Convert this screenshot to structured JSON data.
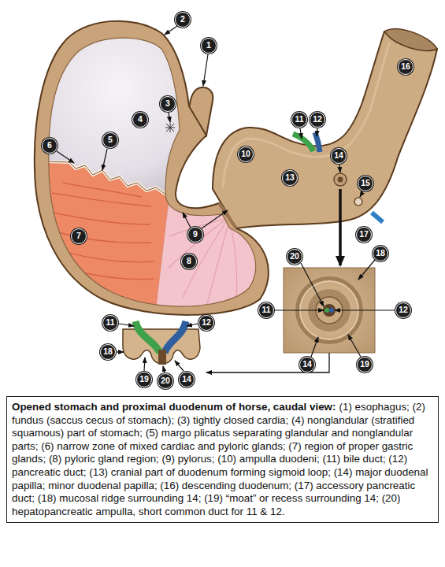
{
  "diagram": {
    "nodes": [
      {
        "text": [
          "Opened stomach and proximal duodenum of horse, caudal view:",
          "(1) esophagus; (2) fundus (saccus cecus of stomach); (3) tightly closed cardia; (4) nonglandular (stratified squamous) part of stomach; (5) margo plicatus separating glandular and nonglandular parts; (6) narrow zone of mixed cardiac and pyloric glands; (7) region of proper gastric glands; (8) pyloric gland region; (9) pylorus; (10) ampulla duodeni; (11) bile duct; (12) pancreatic duct; (13) cranial part of duodenum forming sigmoid loop; (14) major duodenal papilla; minor duodenal papilla; (16) descending duodenum; (17) accessory pancreatic duct; (18) mucosal ridge surrounding 14; (19) “moat” or recess surrounding 14; (20) hepatopancreatic ampulla, short common duct for 11 & 12."
        ]
      }
    ],
    "labels": [
      "1",
      "2",
      "3",
      "4",
      "5",
      "6",
      "7",
      "8",
      "9",
      "10",
      "11",
      "12",
      "13",
      "14",
      "15",
      "16",
      "17",
      "20",
      "18",
      "11",
      "12",
      "14",
      "19",
      "11",
      "12",
      "18",
      "19",
      "20",
      "14"
    ]
  }
}
